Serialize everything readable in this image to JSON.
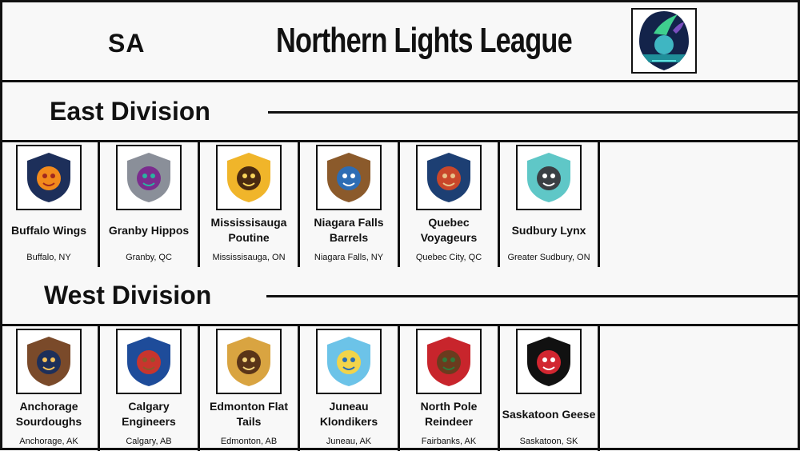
{
  "header": {
    "brand": "SA",
    "title": "Northern Lights League",
    "league_logo": "aurora-baseball-crest-icon"
  },
  "divisions": [
    {
      "name": "East Division",
      "teams": [
        {
          "name": "Buffalo Wings",
          "city": "Buffalo, NY",
          "colors": [
            "#1d2f5a",
            "#f28a1c",
            "#a0281e"
          ]
        },
        {
          "name": "Granby Hippos",
          "city": "Granby, QC",
          "colors": [
            "#8a8f99",
            "#7b2d8e",
            "#2bb3a0"
          ]
        },
        {
          "name": "Mississisauga Poutine",
          "city": "Mississisauga, ON",
          "colors": [
            "#f0b52a",
            "#4a2a10",
            "#f7d35a"
          ]
        },
        {
          "name": "Niagara Falls Barrels",
          "city": "Niagara Falls, NY",
          "colors": [
            "#8b5a2b",
            "#2e6db4",
            "#ffffff"
          ]
        },
        {
          "name": "Quebec Voyageurs",
          "city": "Quebec City, QC",
          "colors": [
            "#1d3f73",
            "#c9472a",
            "#e8c38a"
          ]
        },
        {
          "name": "Sudbury Lynx",
          "city": "Greater Sudbury, ON",
          "colors": [
            "#5fc7c7",
            "#3a3f44",
            "#ffffff"
          ]
        }
      ]
    },
    {
      "name": "West Division",
      "teams": [
        {
          "name": "Anchorage Sourdoughs",
          "city": "Anchorage, AK",
          "colors": [
            "#7a4a2a",
            "#1d2f5a",
            "#f5c15a"
          ]
        },
        {
          "name": "Calgary Engineers",
          "city": "Calgary, AB",
          "colors": [
            "#1e4c9a",
            "#c8352e",
            "#8b5a2b"
          ]
        },
        {
          "name": "Edmonton Flat Tails",
          "city": "Edmonton, AB",
          "colors": [
            "#d9a441",
            "#5a3418",
            "#f2d27a"
          ]
        },
        {
          "name": "Juneau Klondikers",
          "city": "Juneau, AK",
          "colors": [
            "#6cc3e8",
            "#f2d44a",
            "#2a6db4"
          ]
        },
        {
          "name": "North Pole Reindeer",
          "city": "Fairbanks, AK",
          "colors": [
            "#c8252c",
            "#6b3b1e",
            "#2f7a3a"
          ]
        },
        {
          "name": "Saskatoon Geese",
          "city": "Saskatoon, SK",
          "colors": [
            "#111111",
            "#d22630",
            "#ffffff"
          ]
        }
      ]
    }
  ]
}
